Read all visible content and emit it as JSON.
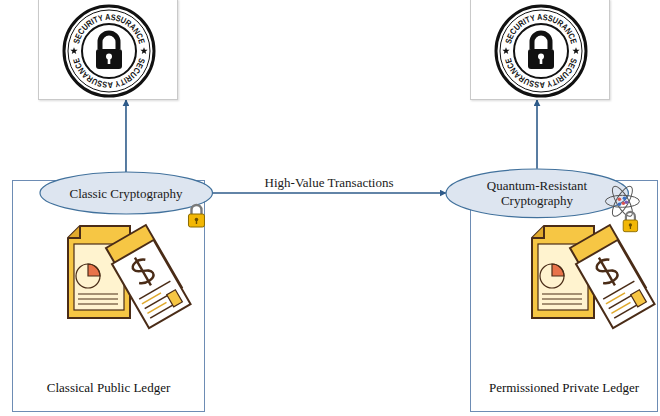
{
  "diagram": {
    "nodes": [
      {
        "text": [
          "SECURITY ASSURANCE",
          "SECURITY ASSURANCE"
        ]
      },
      {
        "text": [
          "SECURITY ASSURANCE",
          "SECURITY ASSURANCE"
        ]
      },
      {
        "text": [
          "Classical Public Ledger"
        ]
      },
      {
        "text": [
          "Classic Cryptography"
        ],
        "in": 2
      },
      {
        "text": [
          "Permissioned Private Ledger"
        ]
      },
      {
        "text": [
          "Quantum-Resistant Cryptography"
        ],
        "in": 4
      }
    ],
    "edges": [
      {
        "from": 3,
        "to": 0,
        "arrow": "to"
      },
      {
        "from": 5,
        "to": 1,
        "arrow": "to"
      },
      {
        "from": 3,
        "to": 5,
        "label": "High-Value Transactions",
        "arrow": "to"
      }
    ]
  }
}
